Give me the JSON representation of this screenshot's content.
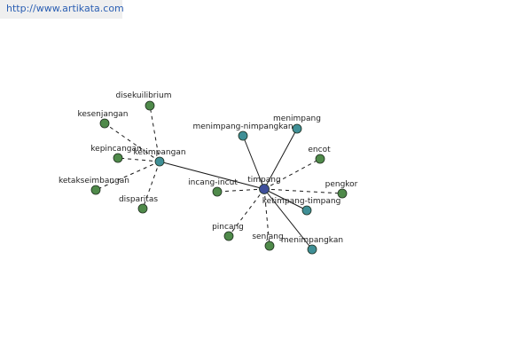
{
  "header": {
    "url": "http://www.artikata.com"
  },
  "colors": {
    "green_node": "#4f8a4a",
    "teal_node": "#3f8f96",
    "blue_node": "#3f4f9b",
    "edge": "#1a1a1a"
  },
  "graph": {
    "nodes": [
      {
        "id": "timpang",
        "label": "timpang",
        "kind": "blue"
      },
      {
        "id": "ketimpangan",
        "label": "ketimpangan",
        "kind": "teal"
      },
      {
        "id": "disekuilibrium",
        "label": "disekuilibrium",
        "kind": "green"
      },
      {
        "id": "kesenjangan",
        "label": "kesenjangan",
        "kind": "green"
      },
      {
        "id": "kepincangan",
        "label": "kepincangan",
        "kind": "green"
      },
      {
        "id": "ketakseimbangan",
        "label": "ketakseimbangan",
        "kind": "green"
      },
      {
        "id": "disparitas",
        "label": "disparitas",
        "kind": "green"
      },
      {
        "id": "menimpang-nimpangkan",
        "label": "menimpang-nimpangkan",
        "kind": "teal"
      },
      {
        "id": "menimpang",
        "label": "menimpang",
        "kind": "teal"
      },
      {
        "id": "encot",
        "label": "encot",
        "kind": "green"
      },
      {
        "id": "pengkor",
        "label": "pengkor",
        "kind": "green"
      },
      {
        "id": "incang-incut",
        "label": "incang-incut",
        "kind": "green"
      },
      {
        "id": "ketimpang-timpang",
        "label": "ketimpang-timpang",
        "kind": "teal"
      },
      {
        "id": "pincang",
        "label": "pincang",
        "kind": "green"
      },
      {
        "id": "senjang",
        "label": "senjang",
        "kind": "green"
      },
      {
        "id": "menimpangkan",
        "label": "menimpangkan",
        "kind": "teal"
      }
    ],
    "edges": [
      {
        "from": "timpang",
        "to": "ketimpangan",
        "style": "solid"
      },
      {
        "from": "timpang",
        "to": "menimpang-nimpangkan",
        "style": "solid"
      },
      {
        "from": "timpang",
        "to": "menimpang",
        "style": "solid"
      },
      {
        "from": "timpang",
        "to": "ketimpang-timpang",
        "style": "solid"
      },
      {
        "from": "timpang",
        "to": "menimpangkan",
        "style": "solid"
      },
      {
        "from": "timpang",
        "to": "encot",
        "style": "dashed"
      },
      {
        "from": "timpang",
        "to": "pengkor",
        "style": "dashed"
      },
      {
        "from": "timpang",
        "to": "incang-incut",
        "style": "dashed"
      },
      {
        "from": "timpang",
        "to": "pincang",
        "style": "dashed"
      },
      {
        "from": "timpang",
        "to": "senjang",
        "style": "dashed"
      },
      {
        "from": "ketimpangan",
        "to": "disekuilibrium",
        "style": "dashed"
      },
      {
        "from": "ketimpangan",
        "to": "kesenjangan",
        "style": "dashed"
      },
      {
        "from": "ketimpangan",
        "to": "kepincangan",
        "style": "dashed"
      },
      {
        "from": "ketimpangan",
        "to": "ketakseimbangan",
        "style": "dashed"
      },
      {
        "from": "ketimpangan",
        "to": "disparitas",
        "style": "dashed"
      }
    ]
  }
}
